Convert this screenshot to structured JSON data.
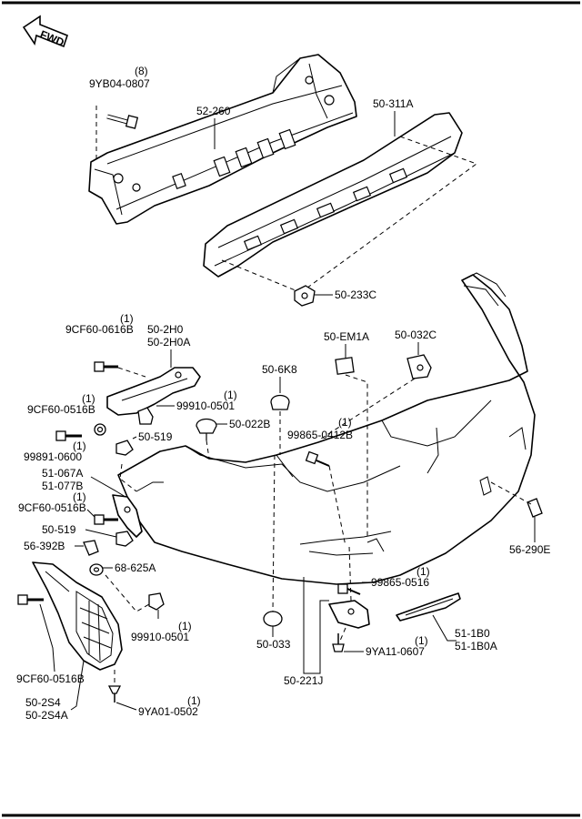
{
  "direction_arrow": {
    "label": "FWD"
  },
  "callouts": {
    "c_9yb04_0807": {
      "qty": "(8)",
      "part": "9YB04-0807"
    },
    "c_52_260": {
      "part": "52-260"
    },
    "c_50_311a": {
      "part": "50-311A"
    },
    "c_50_233c": {
      "part": "50-233C"
    },
    "c_9cf60_0616b": {
      "qty": "(1)",
      "part": "9CF60-0616B"
    },
    "c_50_2h0": {
      "part": "50-2H0",
      "part2": "50-2H0A"
    },
    "c_50_em1a": {
      "part": "50-EM1A"
    },
    "c_50_032c": {
      "part": "50-032C"
    },
    "c_50_6k8": {
      "part": "50-6K8"
    },
    "c_9cf60_0516b_top": {
      "qty": "(1)",
      "part": "9CF60-0516B"
    },
    "c_99910_0501_top": {
      "qty": "(1)",
      "part": "99910-0501"
    },
    "c_50_022b": {
      "part": "50-022B"
    },
    "c_99865_0412b": {
      "qty": "(1)",
      "part": "99865-0412B"
    },
    "c_99891_0600": {
      "qty": "(1)",
      "part": "99891-0600"
    },
    "c_50_519_top": {
      "part": "50-519"
    },
    "c_51_067a": {
      "part": "51-067A",
      "part2": "51-077B"
    },
    "c_9cf60_0516b_mid": {
      "qty": "(1)",
      "part": "9CF60-0516B"
    },
    "c_50_519_mid": {
      "part": "50-519"
    },
    "c_56_392b": {
      "part": "56-392B"
    },
    "c_68_625a": {
      "part": "68-625A"
    },
    "c_56_290e": {
      "part": "56-290E"
    },
    "c_99865_0516": {
      "qty": "(1)",
      "part": "99865-0516"
    },
    "c_99910_0501_bot": {
      "qty": "(1)",
      "part": "99910-0501"
    },
    "c_50_033": {
      "part": "50-033"
    },
    "c_51_1b0": {
      "part": "51-1B0",
      "part2": "51-1B0A"
    },
    "c_9ya11_0607": {
      "qty": "(1)",
      "part": "9YA11-0607"
    },
    "c_9cf60_0516b_bot": {
      "part": "9CF60-0516B"
    },
    "c_50_221j": {
      "part": "50-221J"
    },
    "c_50_2s4": {
      "part": "50-2S4",
      "part2": "50-2S4A"
    },
    "c_9ya01_0502": {
      "qty": "(1)",
      "part": "9YA01-0502"
    }
  }
}
